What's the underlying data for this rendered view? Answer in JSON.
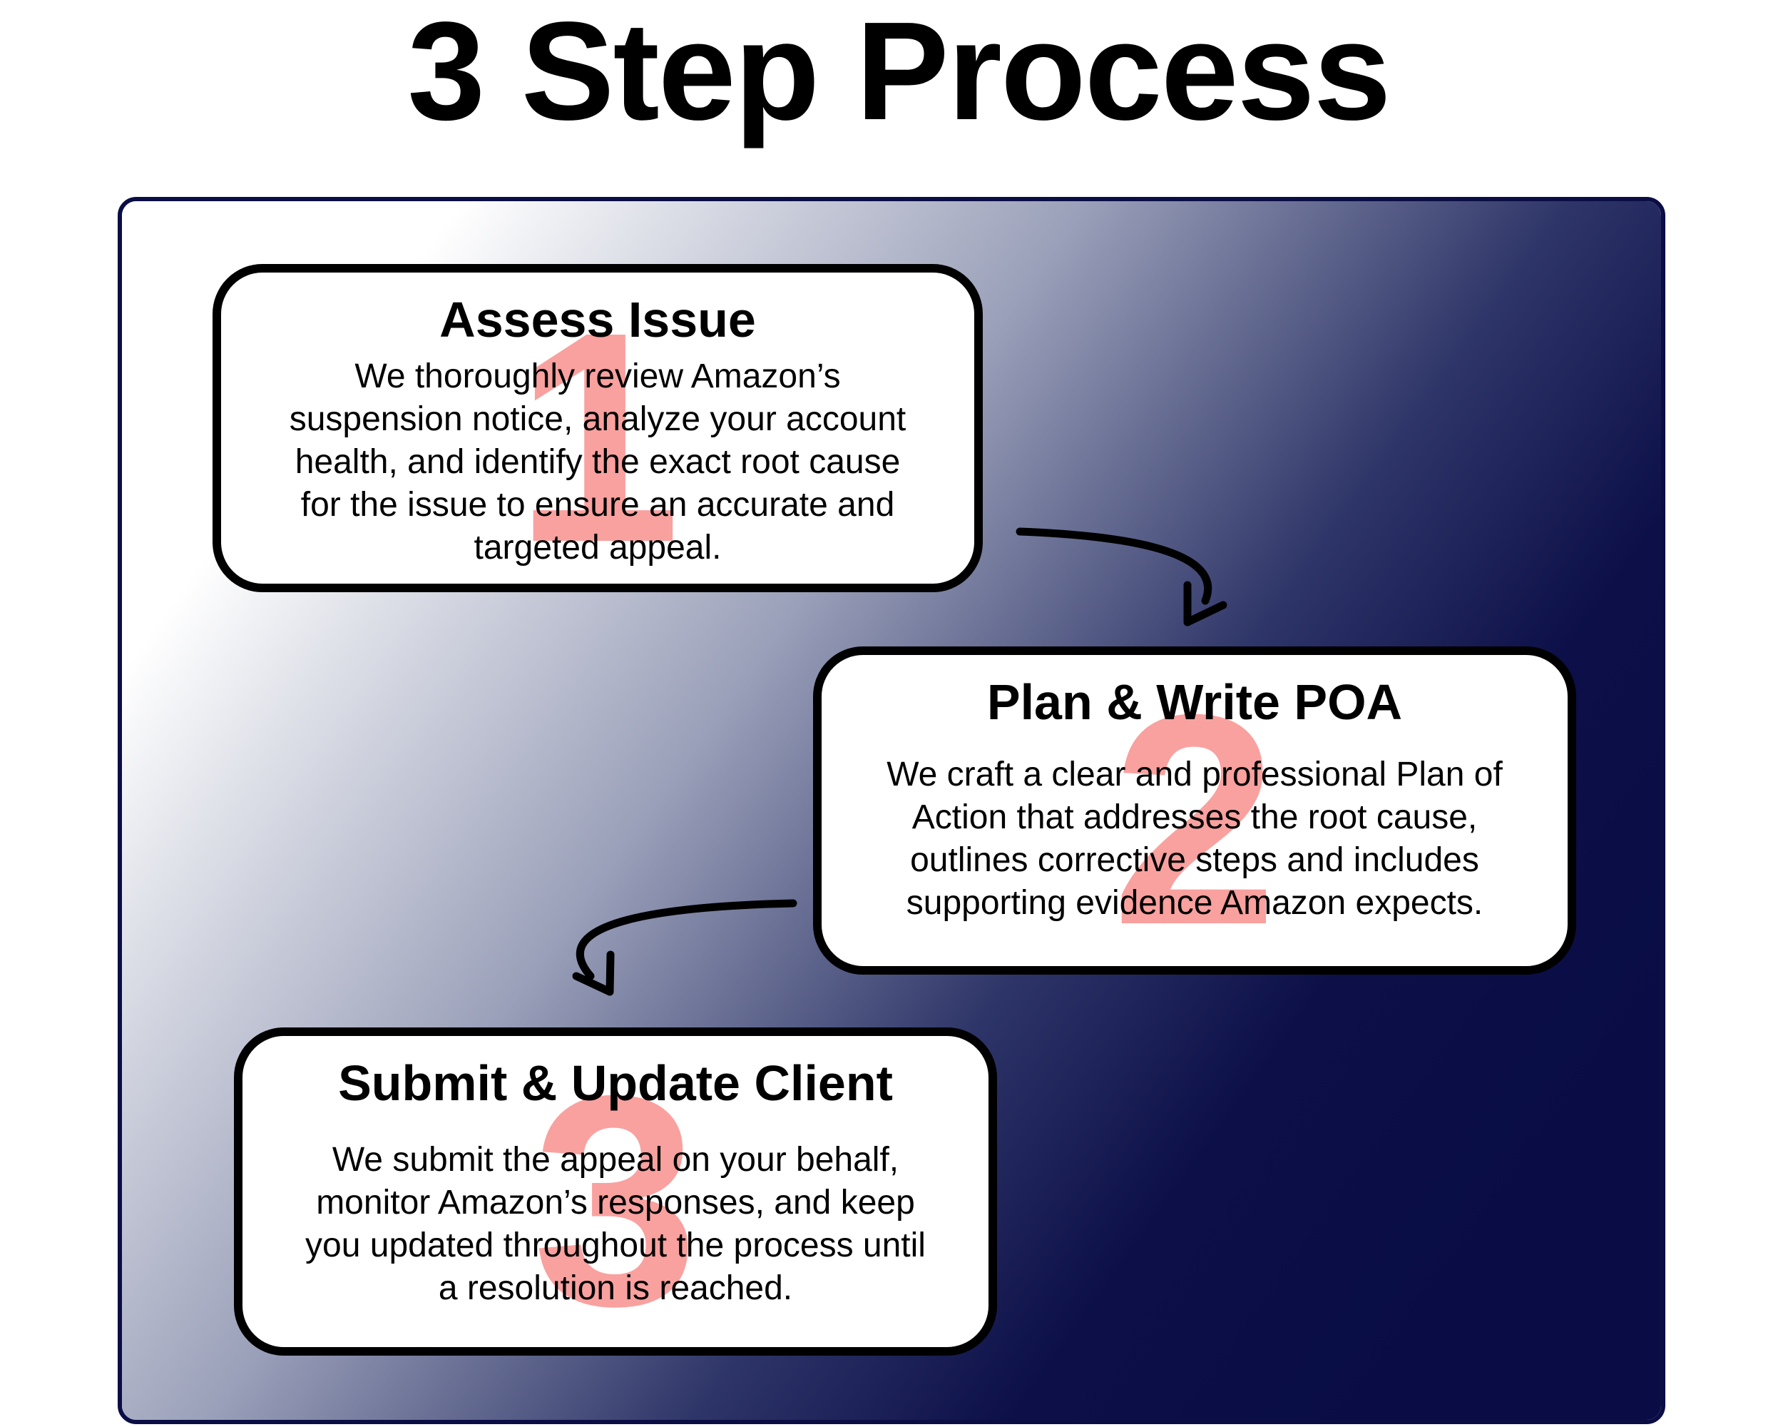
{
  "title": "3 Step Process",
  "colors": {
    "panel_border": "#0b0d45",
    "gradient_light": "#ffffff",
    "gradient_mid": "#8a91ac",
    "gradient_dark": "#0b0e48",
    "card_border": "#000000",
    "number_color": "#f9a19f"
  },
  "steps": [
    {
      "number": "1",
      "title": "Assess Issue",
      "lines": [
        "We thoroughly review Amazon’s",
        "suspension notice, analyze your account",
        "health, and identify the exact root cause",
        "for the issue to ensure an accurate and",
        "targeted appeal."
      ]
    },
    {
      "number": "2",
      "title": "Plan & Write POA",
      "lines": [
        "We craft a clear and professional Plan of",
        "Action that addresses the root cause,",
        "outlines corrective steps and includes",
        "supporting evidence Amazon expects."
      ]
    },
    {
      "number": "3",
      "title": "Submit & Update Client",
      "lines": [
        "We submit the appeal on your behalf,",
        "monitor Amazon’s responses, and keep",
        "you updated throughout the process until",
        "a resolution is reached."
      ]
    }
  ],
  "connectors": [
    {
      "from": "1",
      "to": "2",
      "icon": "curved-arrow-down-right-icon"
    },
    {
      "from": "2",
      "to": "3",
      "icon": "curved-arrow-down-left-icon"
    }
  ]
}
